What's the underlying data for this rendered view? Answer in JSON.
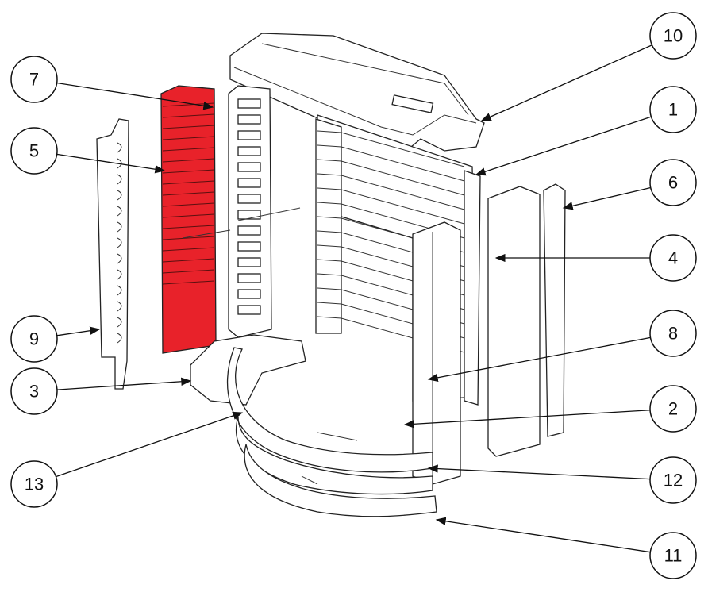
{
  "title": "Exploded view of firebox lining parts",
  "highlight_color": "#e8222a",
  "highlighted_part": "7",
  "callouts": [
    {
      "label": "7",
      "side": "left"
    },
    {
      "label": "5",
      "side": "left"
    },
    {
      "label": "9",
      "side": "left"
    },
    {
      "label": "3",
      "side": "left"
    },
    {
      "label": "13",
      "side": "left"
    },
    {
      "label": "10",
      "side": "right"
    },
    {
      "label": "1",
      "side": "right"
    },
    {
      "label": "6",
      "side": "right"
    },
    {
      "label": "4",
      "side": "right"
    },
    {
      "label": "8",
      "side": "right"
    },
    {
      "label": "2",
      "side": "right"
    },
    {
      "label": "12",
      "side": "right"
    },
    {
      "label": "11",
      "side": "right"
    }
  ]
}
